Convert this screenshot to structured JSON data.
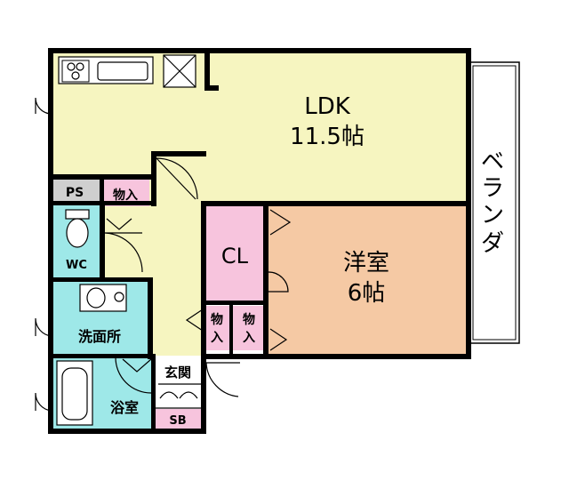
{
  "rooms": {
    "ldk": {
      "name": "LDK",
      "size": "11.5帖"
    },
    "western": {
      "name": "洋室",
      "size": "6帖"
    },
    "closet": {
      "name": "CL"
    },
    "toilet": {
      "name": "WC"
    },
    "washroom": {
      "name": "洗面所"
    },
    "bathroom": {
      "name": "浴室"
    },
    "entrance": {
      "name": "玄関"
    },
    "pipe_space": {
      "name": "PS"
    },
    "shoe_box": {
      "name": "SB"
    },
    "storage_1": {
      "name": "物入"
    },
    "storage_2": {
      "top": "物",
      "bottom": "入"
    },
    "storage_3": {
      "top": "物",
      "bottom": "入"
    }
  },
  "balcony": {
    "name": "ベランダ",
    "chars": [
      "ベ",
      "ラ",
      "ン",
      "ダ"
    ]
  },
  "colors": {
    "ldk": "#f6f5c0",
    "western": "#f5c9a4",
    "closet": "#f7c4dd",
    "storage": "#f7c4dd",
    "shoe_box": "#f7c4dd",
    "wet_area": "#9ee8e8",
    "corridor": "#f6f5c0",
    "pipe_space": "#cfcfcf",
    "wall": "#000000"
  }
}
